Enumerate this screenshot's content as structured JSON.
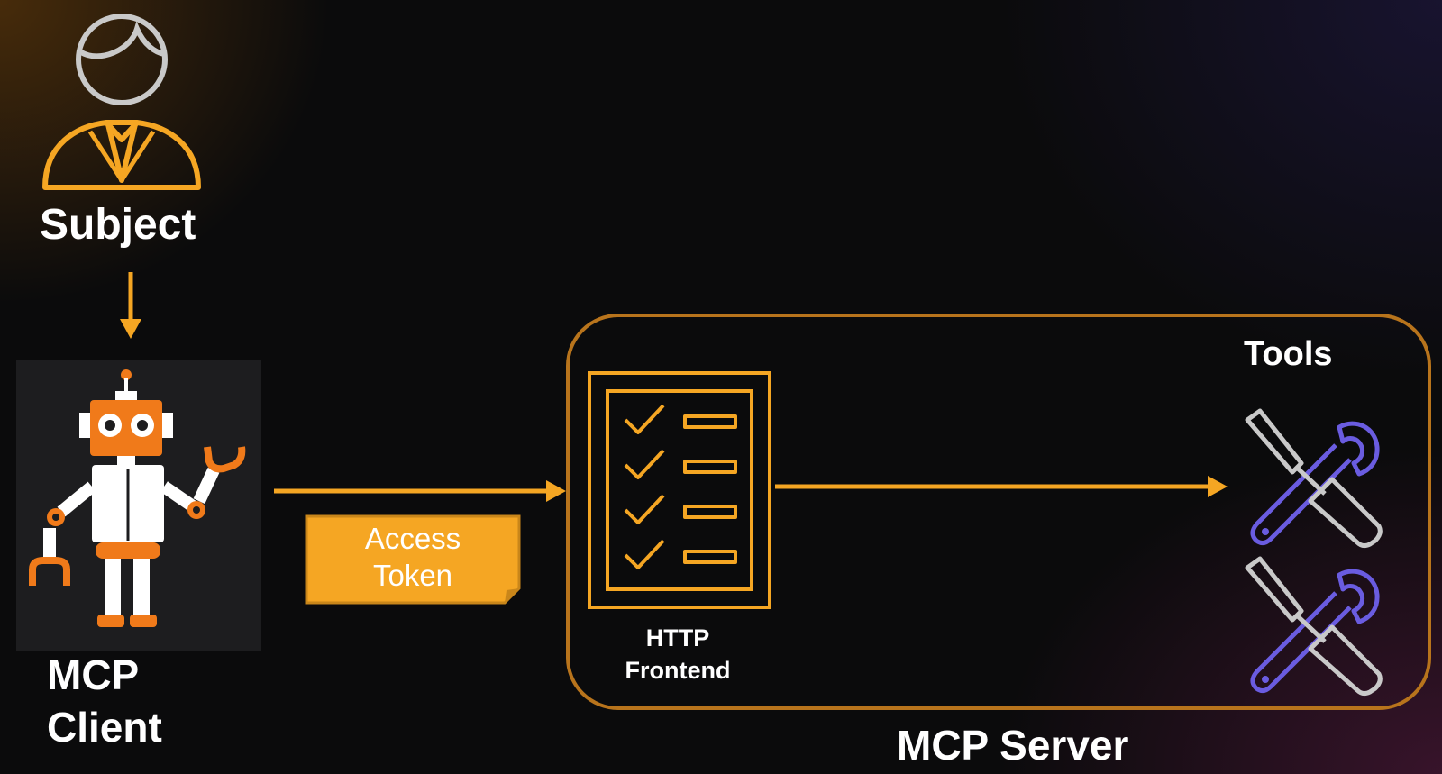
{
  "colors": {
    "accent": "#f5a623",
    "accent_dark": "#b8741c",
    "tool_purple": "#6a5ce0",
    "tool_gray": "#c9c9c9",
    "text": "#ffffff"
  },
  "nodes": {
    "subject": {
      "label": "Subject",
      "icon": "person-icon"
    },
    "client": {
      "label_line1": "MCP",
      "label_line2": "Client",
      "icon": "robot-icon"
    },
    "token": {
      "line1": "Access",
      "line2": "Token",
      "icon": "note-icon"
    },
    "frontend": {
      "line1": "HTTP",
      "line2": "Frontend",
      "icon": "checklist-icon"
    },
    "tools": {
      "label": "Tools",
      "icon": "tools-icon"
    },
    "server": {
      "label": "MCP Server"
    }
  },
  "edges": [
    {
      "from": "subject",
      "to": "client"
    },
    {
      "from": "client",
      "to": "frontend"
    },
    {
      "from": "frontend",
      "to": "tools"
    }
  ]
}
